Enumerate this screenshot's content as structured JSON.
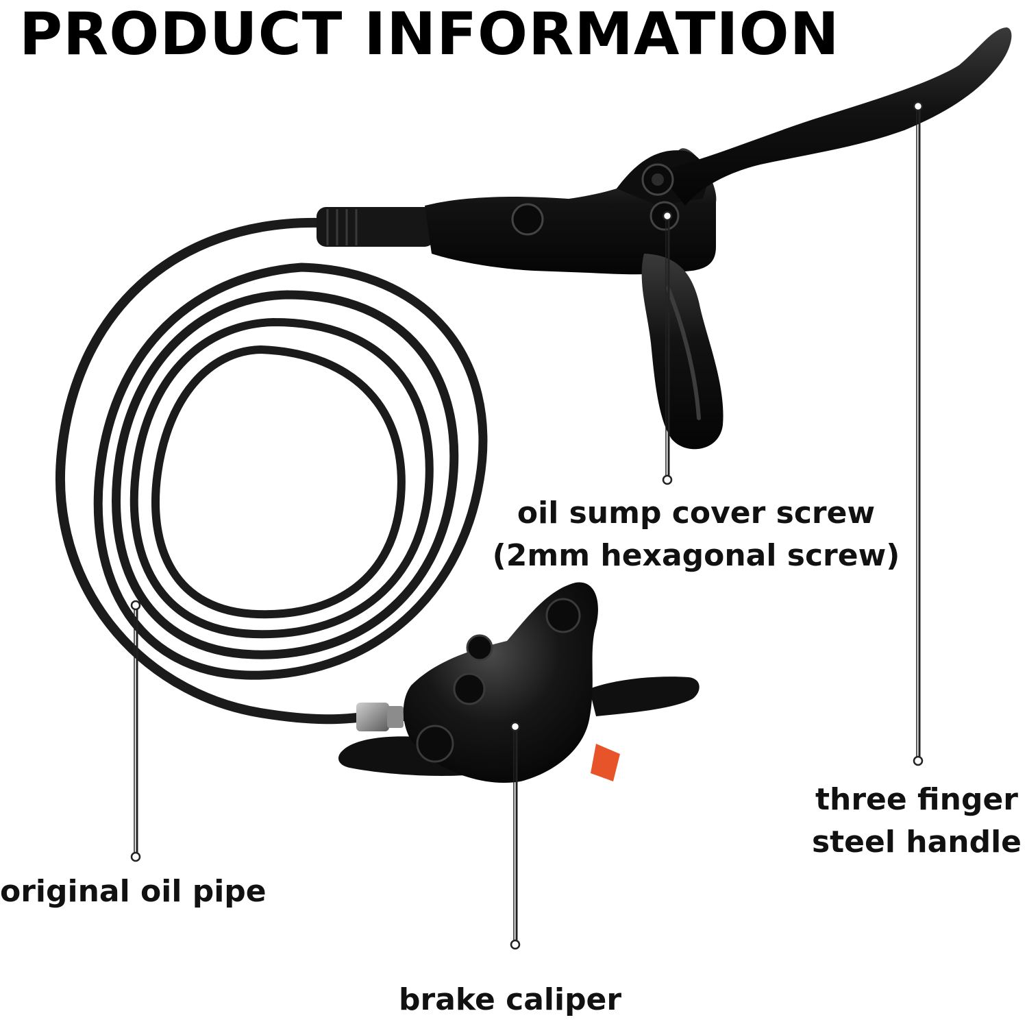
{
  "title": "PRODUCT INFORMATION",
  "callouts": {
    "oil_sump_cover_screw": {
      "line1": "oil sump cover screw",
      "line2": "(2mm hexagonal screw)"
    },
    "three_finger_steel_handle": {
      "line1": "three finger",
      "line2": "steel handle"
    },
    "original_oil_pipe": {
      "label": "original oil pipe"
    },
    "brake_caliper": {
      "label": "brake caliper"
    }
  },
  "colors": {
    "background": "#ffffff",
    "product": "#0f0f0f",
    "accent_tab": "#e8542a",
    "leader_line": "#222222"
  }
}
